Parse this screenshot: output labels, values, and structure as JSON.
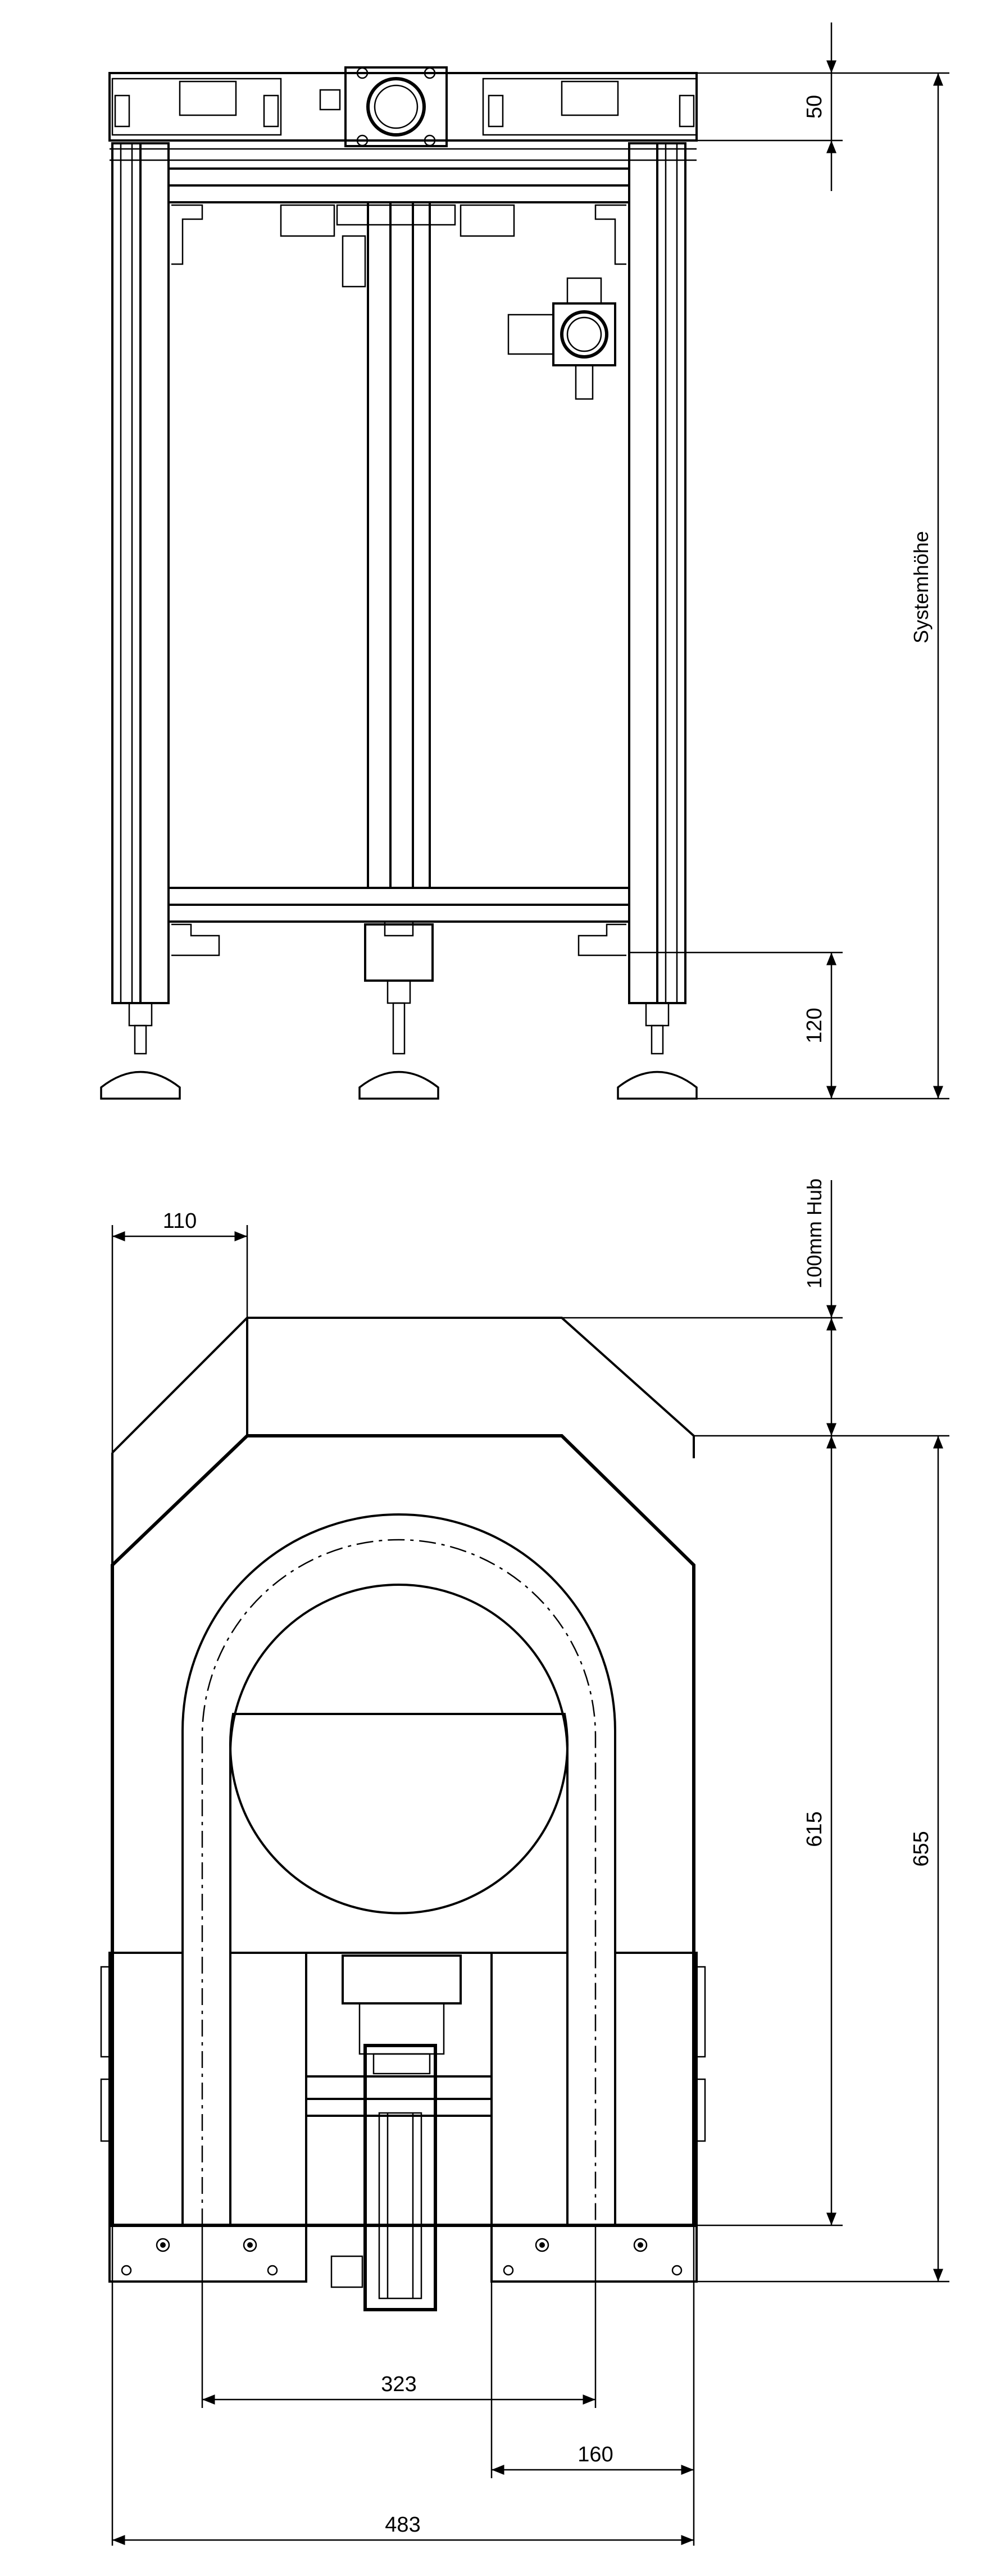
{
  "drawing": {
    "front_view": {
      "dimensions": {
        "top": "50",
        "bottom": "120",
        "total_label": "Systemhöhe"
      }
    },
    "top_view": {
      "dimensions": {
        "stroke": "100mm Hub",
        "top_offset": "110",
        "inner_height": "615",
        "outer_height": "655",
        "inner_width": "323",
        "half_width": "160",
        "overall_width": "483"
      }
    }
  }
}
